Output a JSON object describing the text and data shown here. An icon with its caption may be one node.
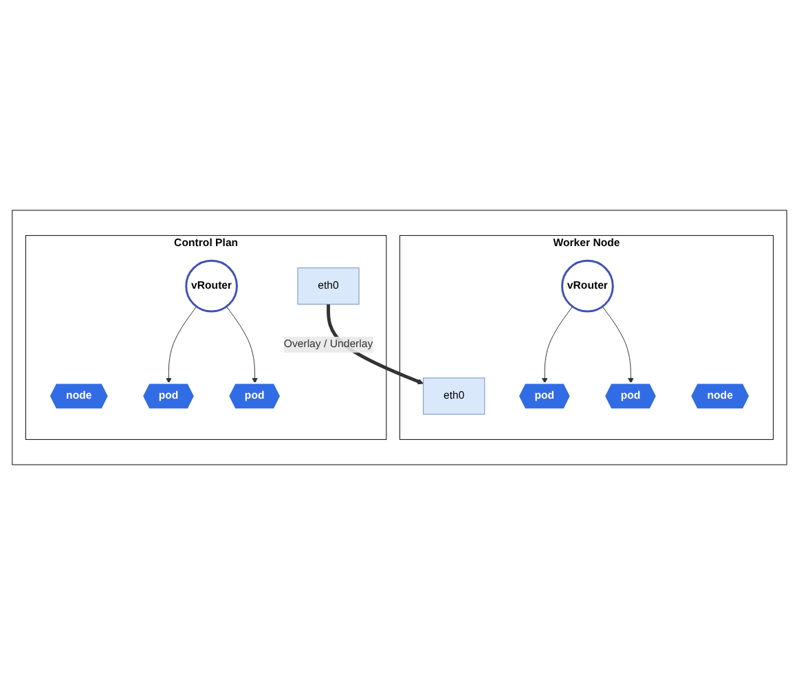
{
  "diagram": {
    "nodes": [
      {
        "text": [],
        "shape": "box"
      },
      {
        "text": [
          "Control Plan"
        ],
        "in": 0
      },
      {
        "text": [
          "node"
        ],
        "in": 1
      },
      {
        "text": [
          "eth0"
        ],
        "in": 1
      },
      {
        "text": [
          "vRouter"
        ],
        "in": 1
      },
      {
        "text": [
          "pod"
        ],
        "in": 1
      },
      {
        "text": [
          "pod"
        ],
        "in": 1
      },
      {
        "text": [
          "Worker Node"
        ],
        "in": 0
      },
      {
        "text": [
          "node"
        ],
        "in": 7
      },
      {
        "text": [
          "eth0"
        ],
        "in": 7
      },
      {
        "text": [
          "vRouter"
        ],
        "in": 7
      },
      {
        "text": [
          "pod"
        ],
        "in": 7
      },
      {
        "text": [
          "pod"
        ],
        "in": 7
      }
    ],
    "edges": [
      {
        "from": 3,
        "to": 9,
        "arrow": "to",
        "label": "Overlay / Underlay",
        "style": "thick"
      },
      {
        "from": 4,
        "to": 5,
        "arrow": "to"
      },
      {
        "from": 4,
        "to": 6,
        "arrow": "to"
      },
      {
        "from": 10,
        "to": 11,
        "arrow": "to"
      },
      {
        "from": 10,
        "to": 12,
        "arrow": "to"
      }
    ]
  }
}
